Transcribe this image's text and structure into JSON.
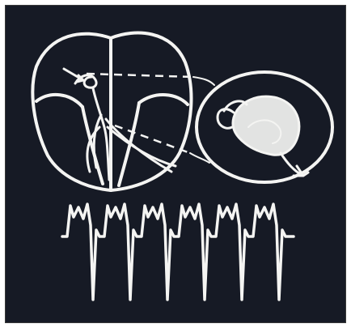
{
  "figure": {
    "background_color": "#161a25",
    "line_color": "#f4f4f2",
    "frame_color": "#ffffff",
    "elements": [
      "heart-outline",
      "atrial-septum",
      "ventricular-septum",
      "conduction-pathway",
      "magnification-circle",
      "magnified-nodal-tissue",
      "ecg-trace"
    ]
  }
}
